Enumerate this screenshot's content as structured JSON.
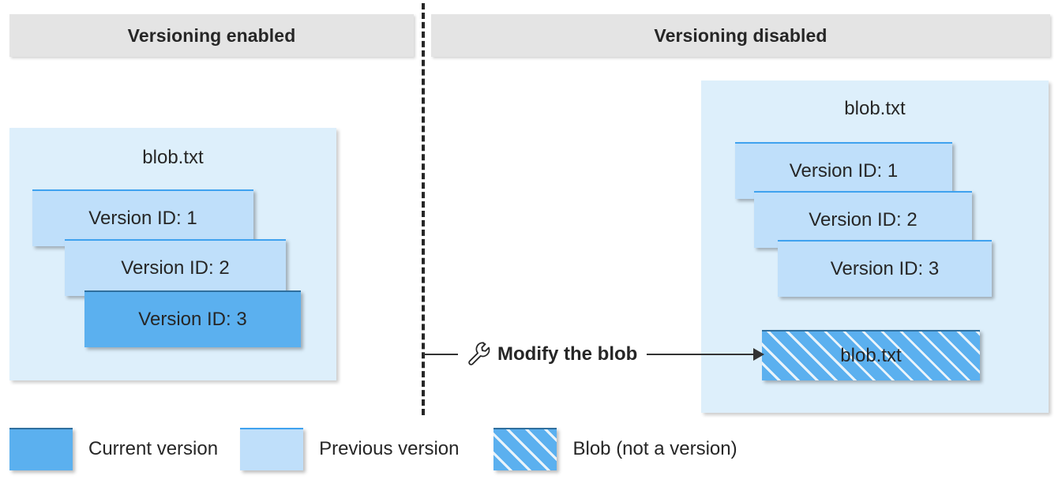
{
  "headers": {
    "left": "Versioning enabled",
    "right": "Versioning disabled"
  },
  "left_panel": {
    "container_title": "blob.txt",
    "versions": [
      {
        "label": "Version ID: 1",
        "kind": "previous"
      },
      {
        "label": "Version ID: 2",
        "kind": "previous"
      },
      {
        "label": "Version ID: 3",
        "kind": "current"
      }
    ]
  },
  "right_panel": {
    "container_title": "blob.txt",
    "versions": [
      {
        "label": "Version ID: 1",
        "kind": "previous"
      },
      {
        "label": "Version ID: 2",
        "kind": "previous"
      },
      {
        "label": "Version ID: 3",
        "kind": "previous"
      }
    ],
    "blob": {
      "label": "blob.txt",
      "kind": "hatched"
    }
  },
  "action": {
    "label": "Modify the blob",
    "icon": "wrench-icon"
  },
  "legend": [
    {
      "label": "Current version",
      "kind": "current"
    },
    {
      "label": "Previous version",
      "kind": "previous"
    },
    {
      "label": "Blob (not a version)",
      "kind": "hatched"
    }
  ],
  "colors": {
    "current_version": "#5bb0ef",
    "previous_version": "#bfdffa",
    "previous_version_border": "#3fa2ef",
    "container_background": "#ddeffb",
    "header_background": "#e4e4e4",
    "text": "#262626",
    "line": "#333333",
    "hatch_stroke": "#eaf4fb",
    "page_background": "#ffffff"
  }
}
